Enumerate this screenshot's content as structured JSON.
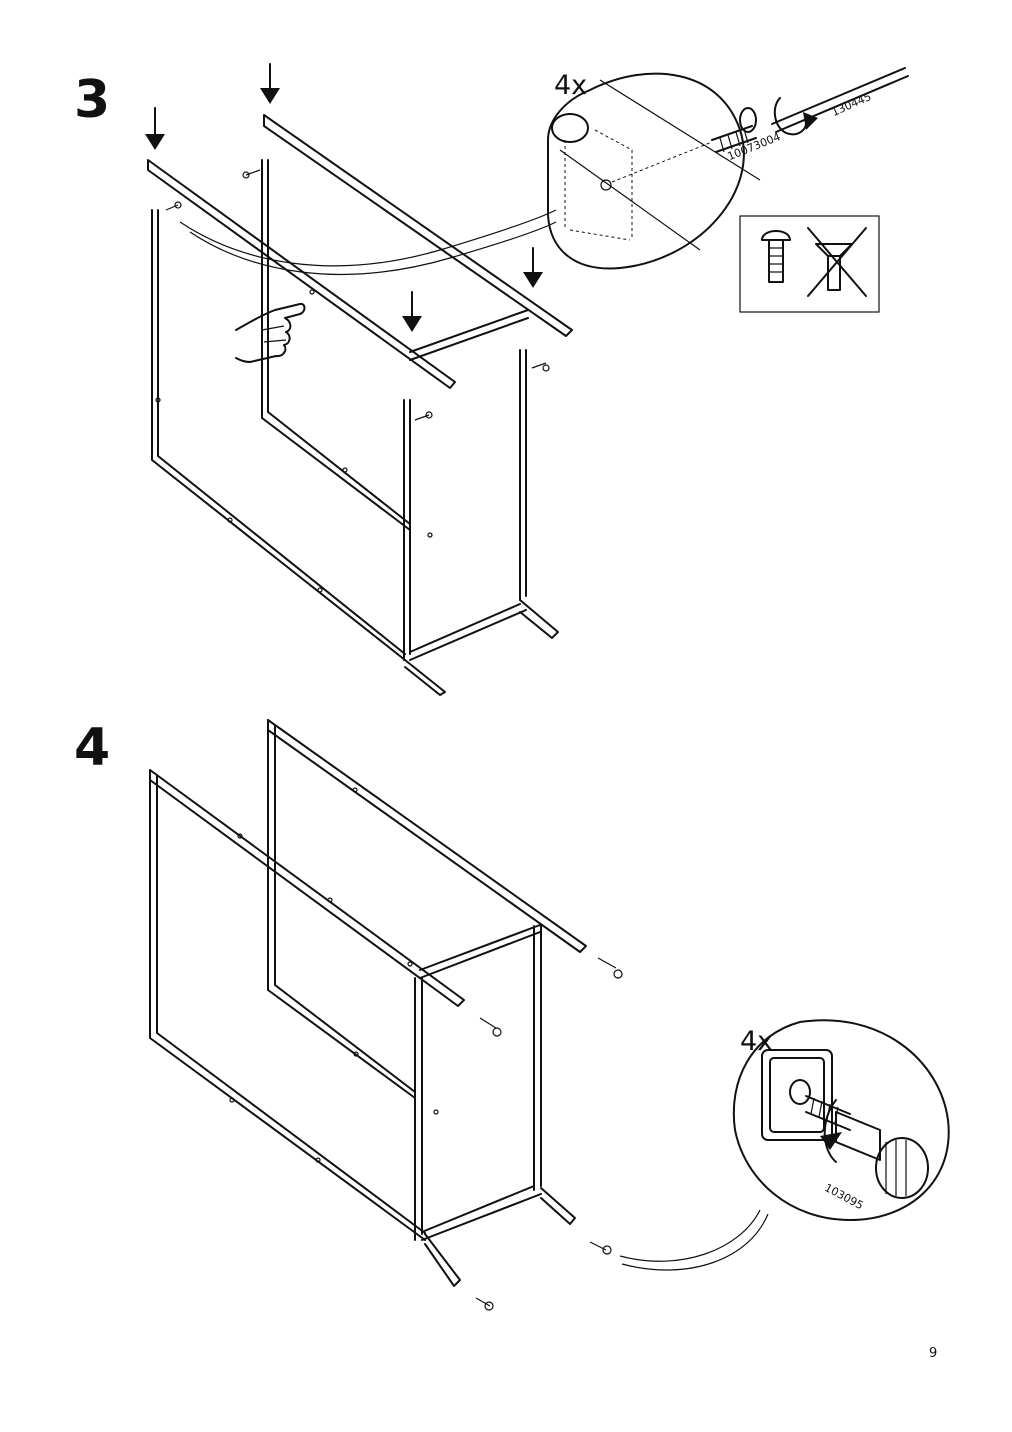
{
  "steps": [
    {
      "number": "3",
      "quantity": "4x",
      "part_numbers": [
        "10073004",
        "130445"
      ]
    },
    {
      "number": "4",
      "quantity": "4x",
      "part_numbers": [
        "103095"
      ]
    }
  ],
  "page_number": "9"
}
